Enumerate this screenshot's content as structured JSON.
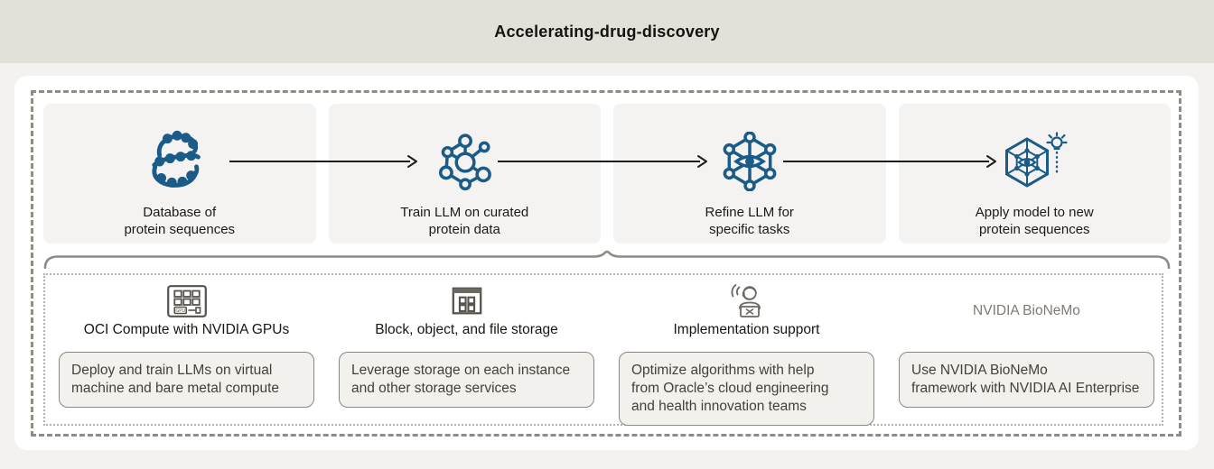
{
  "header": {
    "title": "Accelerating-drug-discovery"
  },
  "colors": {
    "band_bg": "#e3e0d9",
    "page_bg": "#f4f2ef",
    "card_bg": "#ffffff",
    "step_box_bg": "#f4f3f1",
    "desc_box_bg": "#f2f1ee",
    "desc_box_border": "#8b887f",
    "accent_blue": "#1a5b88",
    "icon_gray": "#55524c",
    "frame_dash_gray": "#8f8c84",
    "frame_dot_gray": "#b5b2ab",
    "arrow_black": "#1d1d1b",
    "muted_text": "#7f7b74"
  },
  "pipeline": {
    "steps": [
      {
        "icon": "protein-database-icon",
        "label": "Database of\nprotein sequences"
      },
      {
        "icon": "train-llm-icon",
        "label": "Train LLM on curated\nprotein data"
      },
      {
        "icon": "refine-llm-icon",
        "label": "Refine LLM for\nspecific tasks"
      },
      {
        "icon": "apply-model-icon",
        "label": "Apply model to new\nprotein sequences"
      }
    ]
  },
  "resources": {
    "gpu_chip_label": "GPU",
    "items": [
      {
        "icon": "gpu-compute-icon",
        "label": "OCI Compute with NVIDIA GPUs",
        "description": "Deploy and train LLMs on virtual\nmachine and bare metal compute"
      },
      {
        "icon": "storage-icon",
        "label": "Block, object, and file storage",
        "description": "Leverage storage on each instance\nand other storage services"
      },
      {
        "icon": "support-agent-icon",
        "label": "Implementation support",
        "description": "Optimize algorithms with help\nfrom Oracle’s cloud engineering\nand health innovation teams"
      },
      {
        "icon": "",
        "label": "NVIDIA BioNeMo",
        "description": "Use NVIDIA BioNeMo\nframework with NVIDIA AI Enterprise"
      }
    ]
  }
}
